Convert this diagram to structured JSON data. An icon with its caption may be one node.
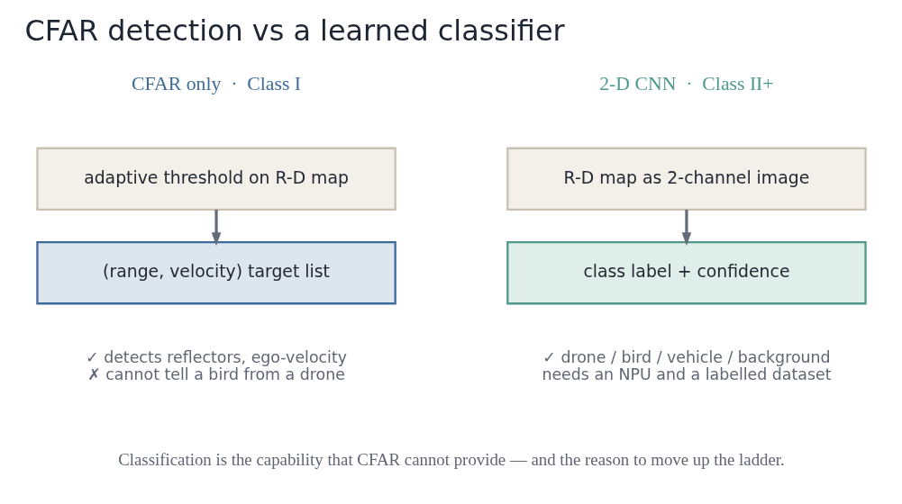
{
  "diagram": {
    "title": "CFAR detection vs a learned classifier",
    "caption": "Classification is the capability that CFAR cannot provide — and the reason to move up the ladder.",
    "nodes": [
      {
        "text": [
          "adaptive threshold on R-D map"
        ]
      },
      {
        "text": [
          "(range, velocity) target list"
        ],
        "beside": [
          "✓ detects reflectors, ego-velocity",
          "✗ cannot tell a bird from a drone"
        ]
      },
      {
        "text": [
          "R-D map as 2-channel image"
        ]
      },
      {
        "text": [
          "class label + confidence"
        ],
        "beside": [
          "✓ drone / bird / vehicle / background",
          "needs an NPU and a labelled dataset"
        ]
      }
    ],
    "edges": [
      {
        "from": 0,
        "to": 1,
        "arrow": "to"
      },
      {
        "from": 2,
        "to": 3,
        "arrow": "to"
      }
    ],
    "labels": [
      "CFAR only  ·  Class I",
      "2-D CNN  ·  Class II+"
    ]
  }
}
